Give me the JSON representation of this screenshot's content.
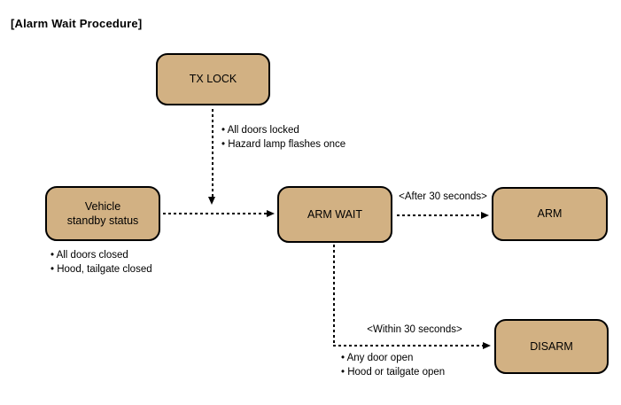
{
  "title": "[Alarm Wait Procedure]",
  "colors": {
    "node_fill": "#D2B183",
    "node_border": "#000000",
    "connector": "#000000",
    "background": "#FFFFFF"
  },
  "nodes": {
    "tx_lock": "TX LOCK",
    "vehicle_standby_line1": "Vehicle",
    "vehicle_standby_line2": "standby status",
    "arm_wait": "ARM WAIT",
    "arm": "ARM",
    "disarm": "DISARM"
  },
  "edge_labels": {
    "after_30": "<After 30 seconds>",
    "within_30": "<Within 30 seconds>"
  },
  "notes": {
    "tx_lock": [
      "• All doors locked",
      "• Hazard lamp flashes once"
    ],
    "vehicle_standby": [
      "• All doors closed",
      "• Hood, tailgate closed"
    ],
    "disarm": [
      "• Any door open",
      "• Hood or tailgate open"
    ]
  }
}
